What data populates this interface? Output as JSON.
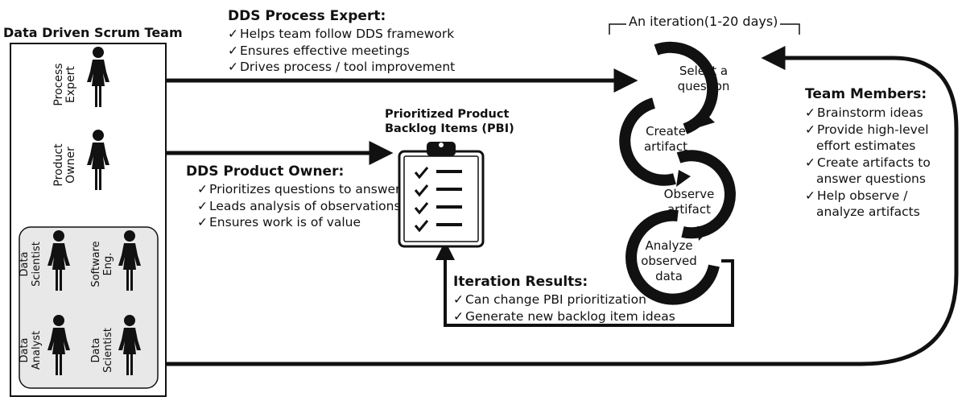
{
  "team": {
    "title": "Data Driven Scrum Team",
    "roles": {
      "process_expert": [
        "Process",
        "Expert"
      ],
      "product_owner": [
        "Product",
        "Owner"
      ],
      "data_scientist_1": [
        "Data",
        "Scientist"
      ],
      "software_eng": [
        "Software",
        "Eng."
      ],
      "data_analyst": [
        "Data",
        "Analyst"
      ],
      "data_scientist_2": [
        "Data",
        "Scientist"
      ]
    }
  },
  "process_expert_box": {
    "title": "DDS Process Expert:",
    "items": [
      "Helps team follow DDS framework",
      "Ensures effective meetings",
      "Drives process / tool improvement"
    ]
  },
  "product_owner_box": {
    "title": "DDS Product Owner:",
    "items": [
      "Prioritizes questions to answer",
      "Leads analysis of observations",
      "Ensures work is of value"
    ]
  },
  "backlog": {
    "title_lines": [
      "Prioritized  Product",
      "Backlog Items (PBI)"
    ]
  },
  "iteration": {
    "label": "An iteration(1-20 days)",
    "stages": [
      [
        "Select a",
        "question"
      ],
      [
        "Create",
        "artifact"
      ],
      [
        "Observe",
        "artifact"
      ],
      [
        "Analyze",
        "observed",
        "data"
      ]
    ]
  },
  "results": {
    "title": "Iteration Results:",
    "items": [
      "Can change PBI prioritization",
      "Generate new backlog item ideas"
    ]
  },
  "team_members": {
    "title": "Team Members:",
    "items": [
      "Brainstorm ideas",
      "Provide high-level",
      "effort estimates",
      "Create artifacts to",
      "answer questions",
      "Help observe /",
      "analyze artifacts"
    ],
    "checked": [
      true,
      true,
      false,
      true,
      false,
      true,
      false
    ]
  },
  "icons": {
    "person": "person-icon",
    "clipboard": "clipboard-checklist-icon",
    "arrow": "arrow-icon"
  }
}
